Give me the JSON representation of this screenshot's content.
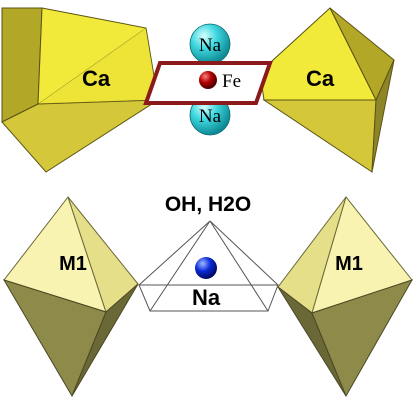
{
  "top_panel": {
    "left_polyhedron_label": "Ca",
    "right_polyhedron_label": "Ca",
    "center_atom_label": "Fe",
    "upper_atom_label": "Na",
    "lower_atom_label": "Na"
  },
  "bottom_panel": {
    "left_polyhedron_label": "M1",
    "right_polyhedron_label": "M1",
    "apex_label": "OH, H2O",
    "center_atom_label": "Na"
  },
  "colors": {
    "bright_yellow": "#f2ea3a",
    "dark_yellow": "#b3a728",
    "pale_yellow": "#f8f3b0",
    "olive_face": "#8e8a4a",
    "olive_dark": "#6b6838",
    "frame_red": "#8b1a1a",
    "na_cyan": "#3fd8e0",
    "fe_red": "#b00000",
    "na_blue": "#0a2ad8"
  }
}
